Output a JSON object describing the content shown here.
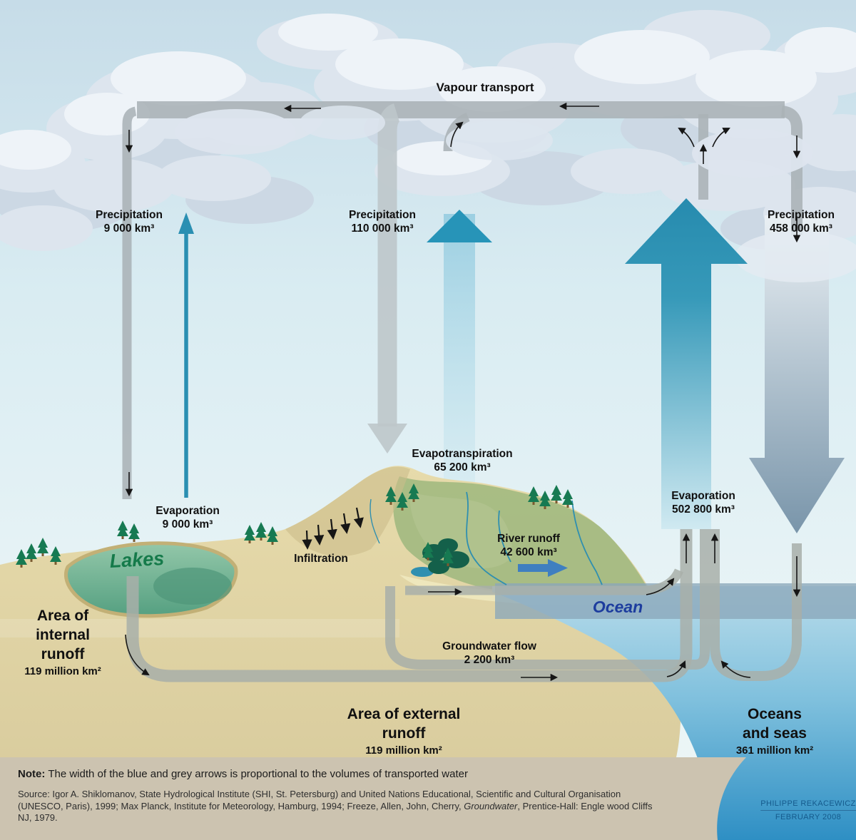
{
  "diagram": {
    "vapour_transport": "Vapour transport",
    "precipitation_left": {
      "label": "Precipitation",
      "value": "9 000 km³"
    },
    "precipitation_center": {
      "label": "Precipitation",
      "value": "110 000 km³"
    },
    "precipitation_right": {
      "label": "Precipitation",
      "value": "458 000 km³"
    },
    "evaporation_left": {
      "label": "Evaporation",
      "value": "9 000 km³"
    },
    "evapotranspiration": {
      "label": "Evapotranspiration",
      "value": "65 200 km³"
    },
    "evaporation_ocean": {
      "label": "Evaporation",
      "value": "502 800 km³"
    },
    "infiltration": "Infiltration",
    "river_runoff": {
      "label": "River runoff",
      "value": "42 600 km³"
    },
    "groundwater_flow": {
      "label": "Groundwater flow",
      "value": "2 200 km³"
    },
    "lakes": "Lakes",
    "ocean": "Ocean",
    "area_internal": {
      "line1": "Area of",
      "line2": "internal",
      "line3": "runoff",
      "value": "119 million km²"
    },
    "area_external": {
      "line1": "Area of external",
      "line2": "runoff",
      "value": "119 million km²"
    },
    "oceans_seas": {
      "line1": "Oceans",
      "line2": "and seas",
      "value": "361 million km²"
    }
  },
  "footer": {
    "note_label": "Note:",
    "note_text": "The width of the blue and grey arrows is proportional to the volumes of transported water",
    "source_part1": "Source: Igor A. Shiklomanov, State Hydrological Institute (SHI, St. Petersburg) and United Nations Educational, Scientific and Cultural Organisation (UNESCO, Paris), 1999; Max Planck, Institute for Meteorology, Hamburg, 1994; Freeze, Allen, John, Cherry, ",
    "source_italic": "Groundwater",
    "source_part2": ", Prentice-Hall: Engle wood Cliffs NJ, 1979.",
    "credit_name": "PHILIPPE REKACEWICZ",
    "credit_date": "FEBRUARY 2008"
  },
  "colors": {
    "teal_arrow": "#1d86ab",
    "grey_arrow": "#aab2b6",
    "steel_arrow": "#7b97ab",
    "land": "#e0d4a4",
    "ocean_deep": "#2e90c5",
    "lake_green": "#6fae8e",
    "label_green": "#157a4a",
    "label_navy": "#1d3d9e",
    "credit_blue": "#155a8c"
  }
}
